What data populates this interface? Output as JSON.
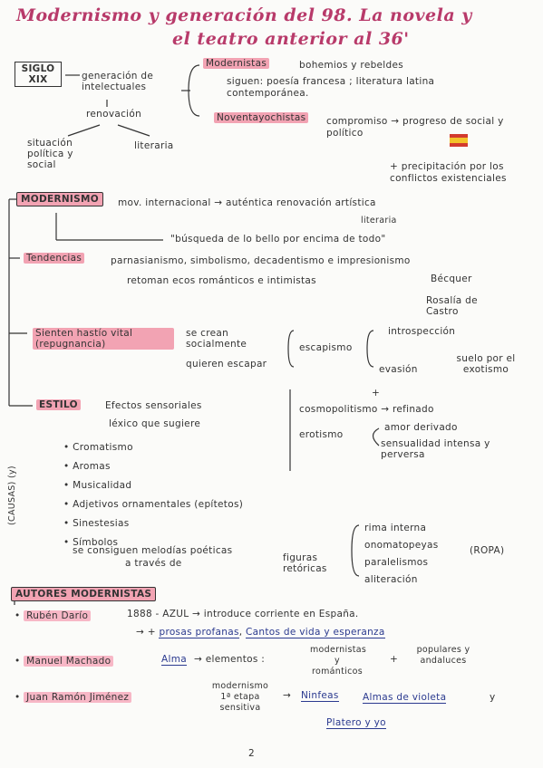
{
  "title_line1": "Modernismo y generación del 98. La novela y",
  "title_line2": "el teatro anterior al 36'",
  "box_siglo": "SIGLO XIX",
  "generacion": "generación de intelectuales",
  "renovacion": "renovación",
  "situacion": "situación política y social",
  "literaria": "literaria",
  "modernistas": "Modernistas",
  "bohemios": "bohemios y rebeldes",
  "siguen_poesia": "siguen: poesía francesa ; literatura latina contemporánea.",
  "noventayochistas": "Noventayochistas",
  "compromiso": "compromiso → progreso de social y político",
  "precipitacion": "+ precipitación por los conflictos existenciales",
  "modernismo_box": "MODERNISMO",
  "mov_internacional": "mov. internacional → auténtica renovación artística",
  "literaria2": "literaria",
  "busqueda": "\"búsqueda de lo bello por encima de todo\"",
  "tendencias_label": "Tendencias",
  "tendencias": "parnasianismo, simbolismo, decadentismo e impresionismo",
  "retoman": "retoman ecos románticos e intimistas",
  "becquer": "Bécquer",
  "rosalia": "Rosalía de Castro",
  "sienten_label": "Sienten hastío vital (repugnancia)",
  "se_crean": "se crean socialmente",
  "quieren_escapar": "quieren escapar",
  "escapismo": "escapismo",
  "introspeccion": "introspección",
  "evasion": "evasión",
  "suelo": "suelo por el exotismo",
  "plus": "+",
  "cosmopolitismo": "cosmopolitismo → refinado",
  "erotismo": "erotismo",
  "amor_deriva": "amor derivado",
  "sensualidad": "sensualidad intensa y perversa",
  "estilo_label": "ESTILO",
  "efectos": "Efectos sensoriales",
  "lexico": "léxico que sugiere",
  "bullets": [
    "Cromatismo",
    "Aromas",
    "Musicalidad",
    "Adjetivos ornamentales (epítetos)",
    "Sinestesias",
    "Símbolos"
  ],
  "causas": "(CAUSAS) (y)",
  "se_consiguen": "se consiguen melodías poéticas",
  "a_traves": "a través de",
  "figuras": "figuras retóricas",
  "figs": [
    "rima interna",
    "onomatopeyas",
    "paralelismos",
    "aliteración"
  ],
  "ropa": "(ROPA)",
  "autores_label": "AUTORES MODERNISTAS",
  "ruben": "Rubén Darío",
  "ruben_1": "1888 - AZUL → introduce corriente en España.",
  "ruben_2a": "prosas profanas",
  "ruben_2b": "Cantos de vida y esperanza",
  "manuel": "Manuel Machado",
  "alma": "Alma",
  "elementos": "→ elementos :",
  "modernistas_y_romanticos": "modernistas y románticos",
  "populares": "populares y andaluces",
  "juanramon": "Juan Ramón Jiménez",
  "modernismo_etapa": "modernismo 1ª etapa sensitiva",
  "ninfeas": "Ninfeas",
  "almas_violeta": "Almas de violeta",
  "platero": "Platero y yo",
  "page_number": "2"
}
